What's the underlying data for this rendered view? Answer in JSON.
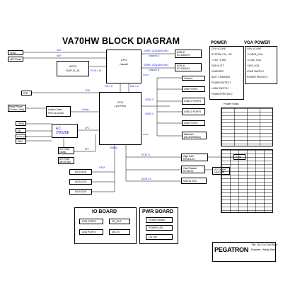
{
  "title": "VA70HW BLOCK DIAGRAM",
  "left": {
    "hdmi": "HDMI",
    "edp_panel": "eDP Panel",
    "crt": "CRT",
    "head_phone": "Head Phone",
    "combo_jack": "(Combo Jack)",
    "trns": "TRNS",
    "kb": "KB",
    "touchpad": "Touch Pad",
    "fan": "FAN"
  },
  "dgpu": {
    "name": "dGPU",
    "model": "N13P-GL-A1"
  },
  "cpu": {
    "name": "CPU",
    "model": "Haswell"
  },
  "pch": {
    "name": "PCH",
    "model": "Lynx Point"
  },
  "ddr": [
    {
      "l1": "DDR-III",
      "l2": "SO-DIMM*2"
    },
    {
      "l1": "DDR-III",
      "l2": "SO-DIMM*2"
    }
  ],
  "channels": [
    {
      "text": "DDRIII 1333/1600 MHz",
      "sub": "channel A"
    },
    {
      "text": "DDRIII 1333/1600 MHz",
      "sub": "channel B"
    }
  ],
  "codec": {
    "l1": "Azalia Codec",
    "l2": "RTK ALC3225"
  },
  "ec": {
    "l1": "EC",
    "l2": "IT8528E"
  },
  "spi_rom": {
    "l1": "SPI ROM",
    "l2": "(4MB)"
  },
  "bios": {
    "l1": "SPI ROM",
    "l2": "(BIOS 8M)"
  },
  "sata": [
    "SATA HDD",
    "SATA ODD",
    "SATA ODD"
  ],
  "usb_blocks": [
    "Camera",
    "USB PORTS",
    "USB2.0 PORTS",
    "USB2.0 PORTS",
    "USB PORTS",
    "Card Reader"
  ],
  "mini_card": {
    "l1": "MiniCard",
    "l2": "(WLAN/WiMAX)"
  },
  "giga_lan": {
    "l1": "Giga LAN",
    "l2": "RTL8111G"
  },
  "rj45": "RJ45",
  "card_reader": {
    "l1": "Card Reader",
    "l2": "RTS5170"
  },
  "sd_socket": {
    "l1": "SD Socket",
    "l2": "MMC/MS"
  },
  "msata": "MSATA SSD",
  "buses": {
    "ddi": "DDI",
    "edp": "eDP",
    "vga": "VGA",
    "fdi": "FDI x 8",
    "dmi": "DMI x 4",
    "azalia": "Azalia",
    "lpc": "LPC",
    "spi": "SPI",
    "pcie": "PCIE x 16",
    "usb20": "USB2.0",
    "usb30": "USB3.0",
    "pcie1": "PCIE *1",
    "sata30": "SATA 3.0",
    "sata": "SATA",
    "smbus": "SMBus"
  },
  "power": {
    "title": "POWER",
    "items": [
      "CPU VCORE",
      "SYSTEM +5V, +3V",
      "+1.5V +1.05V",
      "DDR & VTT",
      "CHARGER",
      "BATT CHARGER",
      "POWER DETECT",
      "LOAD SWITCH",
      "POWER PROTECT"
    ]
  },
  "vga_power": {
    "title": "VGA POWER",
    "items": [
      "GPU VCORE",
      "+1.35VS_VGA",
      "+1.05V_VGA",
      "+3VS_VGA",
      "LOAD SWITCH",
      "POWER PROTECT"
    ]
  },
  "power_rails_title": "Power Rails",
  "io_board": {
    "title": "IO BOARD",
    "items": [
      "USB PORTS",
      "HP_OUT",
      "USB PORTS",
      "MIC IN"
    ]
  },
  "pwr_board": {
    "title": "PWR BOARD",
    "items": [
      "POWER Button",
      "POWER LED",
      "LID SW"
    ]
  },
  "logo": "PEGATRON",
  "title_block": {
    "label": "Title",
    "value": "BLOCK DIAGRAM",
    "engineer_label": "Engineer",
    "engineer": "Wang, Wang"
  }
}
